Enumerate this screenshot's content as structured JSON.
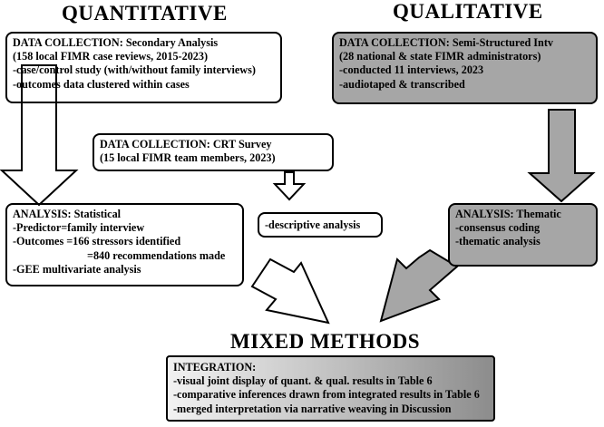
{
  "headings": {
    "quantitative": "QUANTITATIVE",
    "qualitative": "QUALITATIVE",
    "mixed": "MIXED METHODS"
  },
  "quant_collection": {
    "title": "DATA COLLECTION: Secondary Analysis",
    "lines": [
      "(158 local FIMR case reviews, 2015-2023)",
      "-case/control study (with/without family interviews)",
      "-outcomes data clustered within cases"
    ]
  },
  "qual_collection": {
    "title": "DATA COLLECTION: Semi-Structured Intv",
    "lines": [
      "(28 national & state FIMR administrators)",
      "-conducted 11 interviews, 2023",
      "-audiotaped & transcribed"
    ]
  },
  "crt_collection": {
    "title": "DATA COLLECTION: CRT Survey",
    "lines": [
      "(15 local FIMR team members, 2023)"
    ]
  },
  "quant_analysis": {
    "title": "ANALYSIS: Statistical",
    "lines": [
      "-Predictor=family interview",
      "-Outcomes =166 stressors identified",
      "=840 recommendations made",
      "-GEE multivariate analysis"
    ]
  },
  "crt_analysis": {
    "text": "-descriptive analysis"
  },
  "qual_analysis": {
    "title": "ANALYSIS: Thematic",
    "lines": [
      "-consensus coding",
      "-thematic analysis"
    ]
  },
  "integration": {
    "title": "INTEGRATION:",
    "lines": [
      "-visual joint display of quant. & qual. results in Table 6",
      "-comparative inferences drawn from integrated results in Table 6",
      "-merged interpretation via narrative weaving in Discussion"
    ]
  },
  "colors": {
    "gray_fill": "#a6a6a6",
    "outline": "#000000",
    "background": "#ffffff"
  }
}
